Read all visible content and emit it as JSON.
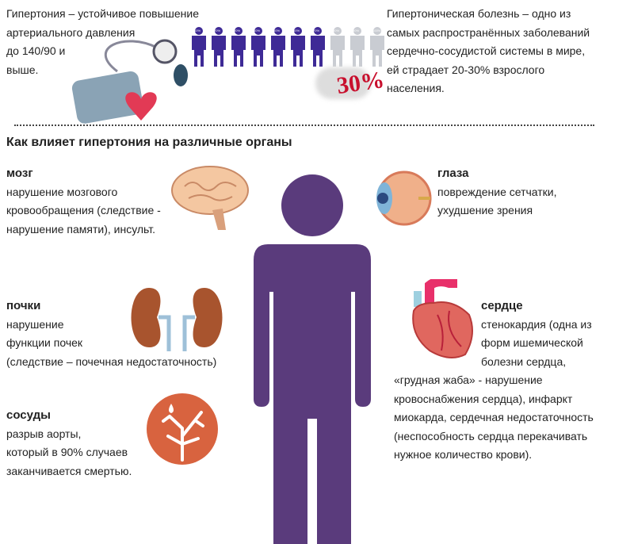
{
  "top_left": [
    "Гипертония – устойчивое повышение",
    "артериального давления",
    "до 140/90 и",
    " выше."
  ],
  "top_right": [
    "Гипертоническая болезнь – одно из",
    "самых распространённых заболеваний",
    "сердечно-сосудистой системы в мире,",
    " ей страдает 20-30% взрослого",
    "населения."
  ],
  "people_labels": [
    "10%",
    "20%",
    "30%",
    "40%",
    "50%",
    "60%",
    "70%",
    "80%",
    "90%",
    "100%"
  ],
  "badge": "30%",
  "heading": "Как влияет гипертония на различные органы",
  "brain": {
    "title": "мозг",
    "lines": [
      "нарушение мозгового",
      "кровообращения (следствие -",
      "нарушение памяти),  инсульт."
    ]
  },
  "eyes": {
    "title": "глаза",
    "lines": [
      "повреждение сетчатки,",
      " ухудшение зрения"
    ]
  },
  "kidneys": {
    "title": "почки",
    "lines": [
      "нарушение",
      "функции почек",
      "(следствие – почечная недостаточность)"
    ]
  },
  "heart": {
    "title": "сердце",
    "lines": [
      "стенокардия (одна из",
      "форм ишемической",
      "болезни сердца,"
    ],
    "lines2": [
      "«грудная жаба» - нарушение",
      " кровоснабжения сердца), инфаркт",
      " миокарда, сердечная недостаточность",
      " (неспособность сердца перекачивать",
      " нужное количество крови)."
    ]
  },
  "vessels": {
    "title": "сосуды",
    "lines": [
      "разрыв аорты,",
      "который в 90% случаев",
      "заканчивается смертью."
    ]
  },
  "colors": {
    "purple": "#5a3b7c",
    "people": "#3e2a96",
    "grey": "#c9ccd2",
    "orange": "#d8633f"
  }
}
